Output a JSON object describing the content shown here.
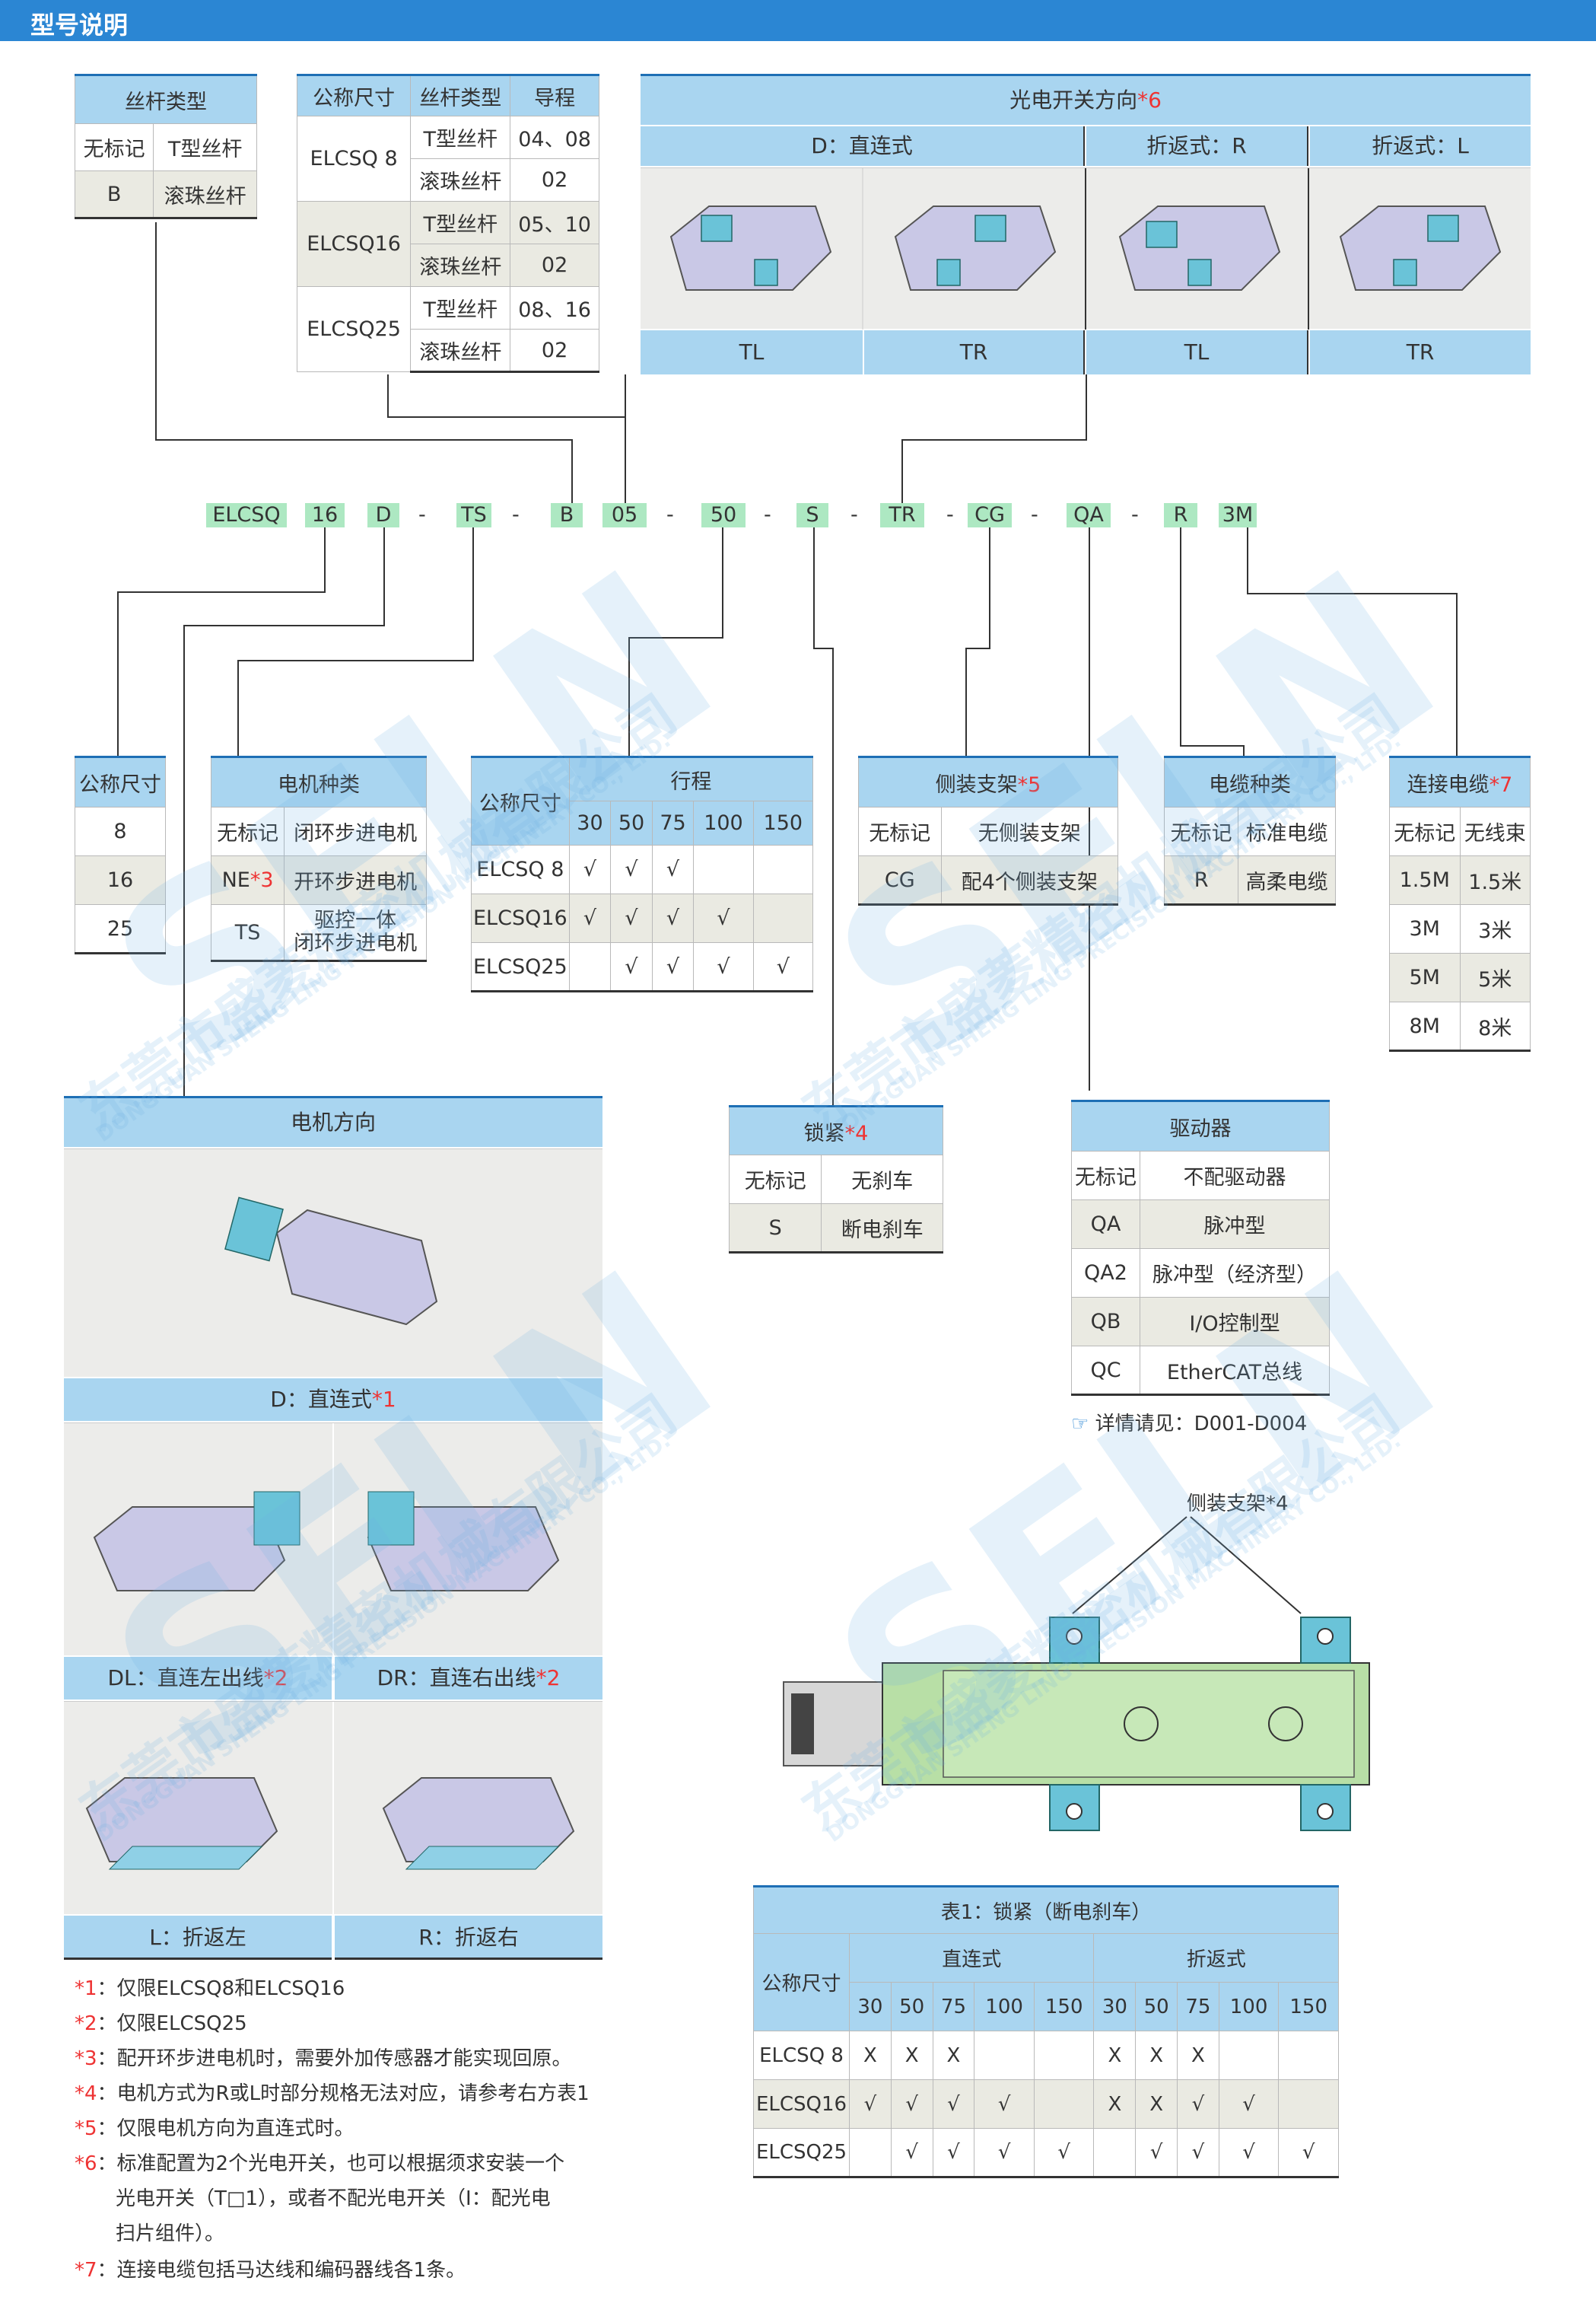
{
  "banner": {
    "title": "型号说明"
  },
  "screw_table": {
    "header": "丝杆类型",
    "rows": [
      [
        "无标记",
        "T型丝杆"
      ],
      [
        "B",
        "滚珠丝杆"
      ]
    ]
  },
  "lead_table": {
    "headers": [
      "公称尺寸",
      "丝杆类型",
      "导程"
    ],
    "rows": [
      [
        "ELCSQ 8",
        "T型丝杆",
        "04、08"
      ],
      [
        "",
        "滚珠丝杆",
        "02"
      ],
      [
        "ELCSQ16",
        "T型丝杆",
        "05、10"
      ],
      [
        "",
        "滚珠丝杆",
        "02"
      ],
      [
        "ELCSQ25",
        "T型丝杆",
        "08、16"
      ],
      [
        "",
        "滚珠丝杆",
        "02"
      ]
    ]
  },
  "photo_switch": {
    "header": "光电开关方向",
    "mark": "*6",
    "groups": [
      "D：直连式",
      "折返式：R",
      "折返式：L"
    ],
    "codes": [
      "TL",
      "TR",
      "TL",
      "TR"
    ]
  },
  "model_code": [
    "ELCSQ",
    "16",
    "D",
    "TS",
    "B",
    "05",
    "50",
    "S",
    "TR",
    "CG",
    "QA",
    "R",
    "3M"
  ],
  "dash": "-",
  "size_table": {
    "header": "公称尺寸",
    "values": [
      "8",
      "16",
      "25"
    ]
  },
  "motor_table": {
    "header": "电机种类",
    "rows": [
      [
        "无标记",
        "闭环步进电机"
      ],
      [
        "NE",
        "开环步进电机"
      ],
      [
        "TS",
        "驱控一体",
        "闭环步进电机"
      ]
    ],
    "ne_mark": "*3"
  },
  "stroke_table": {
    "header_left": "公称尺寸",
    "header": "行程",
    "strokes": [
      "30",
      "50",
      "75",
      "100",
      "150"
    ],
    "rows": [
      {
        "name": "ELCSQ 8",
        "marks": [
          "√",
          "√",
          "√",
          "",
          ""
        ]
      },
      {
        "name": "ELCSQ16",
        "marks": [
          "√",
          "√",
          "√",
          "√",
          ""
        ]
      },
      {
        "name": "ELCSQ25",
        "marks": [
          "",
          "√",
          "√",
          "√",
          "√"
        ]
      }
    ]
  },
  "bracket_table": {
    "header": "侧装支架",
    "mark": "*5",
    "rows": [
      [
        "无标记",
        "无侧装支架"
      ],
      [
        "CG",
        "配4个侧装支架"
      ]
    ]
  },
  "cable_table": {
    "header": "电缆种类",
    "rows": [
      [
        "无标记",
        "标准电缆"
      ],
      [
        "R",
        "高柔电缆"
      ]
    ]
  },
  "conn_table": {
    "header": "连接电缆",
    "mark": "*7",
    "rows": [
      [
        "无标记",
        "无线束"
      ],
      [
        "1.5M",
        "1.5米"
      ],
      [
        "3M",
        "3米"
      ],
      [
        "5M",
        "5米"
      ],
      [
        "8M",
        "8米"
      ]
    ]
  },
  "motor_dir": {
    "header": "电机方向",
    "d_label": "D：直连式",
    "d_mark": "*1",
    "dl_label": "DL：直连左出线",
    "dl_mark": "*2",
    "dr_label": "DR：直连右出线",
    "dr_mark": "*2",
    "l_label": "L：折返左",
    "r_label": "R：折返右"
  },
  "lock_table": {
    "header": "锁紧",
    "mark": "*4",
    "rows": [
      [
        "无标记",
        "无刹车"
      ],
      [
        "S",
        "断电刹车"
      ]
    ]
  },
  "driver_table": {
    "header": "驱动器",
    "rows": [
      [
        "无标记",
        "不配驱动器"
      ],
      [
        "QA",
        "脉冲型"
      ],
      [
        "QA2",
        "脉冲型（经济型）"
      ],
      [
        "QB",
        "I/O控制型"
      ],
      [
        "QC",
        "EtherCAT总线"
      ]
    ],
    "ref": "详情请见：D001-D004"
  },
  "bracket_fig": {
    "label": "侧装支架*4"
  },
  "brake_table": {
    "title": "表1：锁紧（断电刹车）",
    "size": "公称尺寸",
    "direct": "直连式",
    "fold": "折返式",
    "strokes": [
      "30",
      "50",
      "75",
      "100",
      "150",
      "30",
      "50",
      "75",
      "100",
      "150"
    ],
    "rows": [
      {
        "name": "ELCSQ 8",
        "marks": [
          "X",
          "X",
          "X",
          "",
          "",
          "X",
          "X",
          "X",
          "",
          ""
        ]
      },
      {
        "name": "ELCSQ16",
        "marks": [
          "√",
          "√",
          "√",
          "√",
          "",
          "X",
          "X",
          "√",
          "√",
          ""
        ]
      },
      {
        "name": "ELCSQ25",
        "marks": [
          "",
          "√",
          "√",
          "√",
          "√",
          "",
          "√",
          "√",
          "√",
          "√"
        ]
      }
    ]
  },
  "notes": [
    {
      "mark": "*1",
      "text": "：仅限ELCSQ8和ELCSQ16"
    },
    {
      "mark": "*2",
      "text": "：仅限ELCSQ25"
    },
    {
      "mark": "*3",
      "text": "：配开环步进电机时，需要外加传感器才能实现回原。"
    },
    {
      "mark": "*4",
      "text": "：电机方式为R或L时部分规格无法对应，请参考右方表1"
    },
    {
      "mark": "*5",
      "text": "：仅限电机方向为直连式时。"
    },
    {
      "mark": "*6",
      "text": "：标准配置为2个光电开关，也可以根据须求安装一个",
      "text2": "光电开关（T□1），或者不配光电开关（I：配光电",
      "text3": "扫片组件）。"
    },
    {
      "mark": "*7",
      "text": "：连接电缆包括马达线和编码器线各1条。"
    }
  ],
  "watermark": {
    "brand": "SELN",
    "cn": "东莞市盛菱精密机械有限公司",
    "en": "DONGGUAN SHENG LING PRECISION MACHINERY CO., LTD."
  },
  "colors": {
    "banner": "#2b86d3",
    "header": "#a9d5f0",
    "code_tag": "#ade8c2",
    "star": "#e33333",
    "shade": "#eaeae2"
  }
}
